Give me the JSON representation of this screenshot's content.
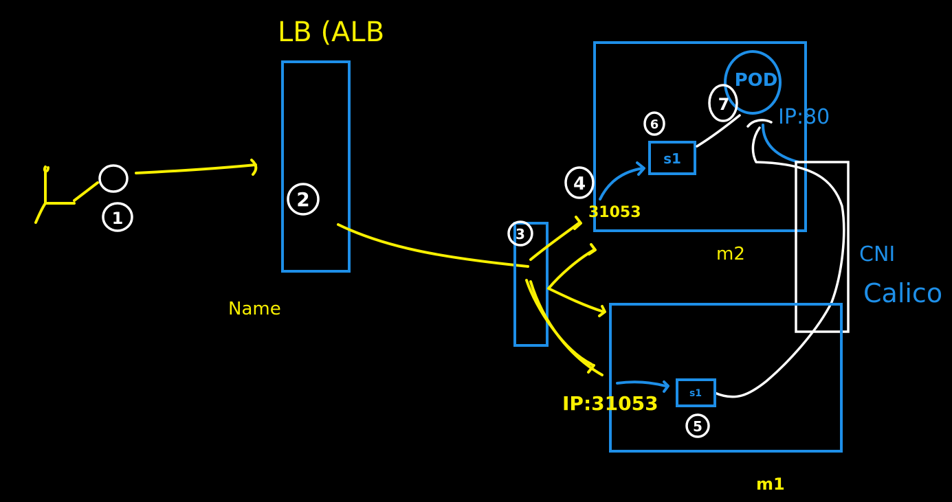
{
  "colors": {
    "background": "#000000",
    "yellow": "#f8f000",
    "blue": "#1e8fe8",
    "white": "#ffffff"
  },
  "labels": {
    "lb_alb": "LB (ALB",
    "name": "Name",
    "pod": "POD",
    "port_80": "IP:80",
    "port_31053_top": "31053",
    "ip_31053": "IP:31053",
    "s1_top": "s1",
    "s1_bottom": "s1",
    "m2": "m2",
    "m1": "m1",
    "cni": "CNI",
    "calico": "Calico"
  },
  "steps": {
    "s1": "1",
    "s2": "2",
    "s3": "3",
    "s4": "4",
    "s5": "5",
    "s6": "6",
    "s7": "7"
  }
}
